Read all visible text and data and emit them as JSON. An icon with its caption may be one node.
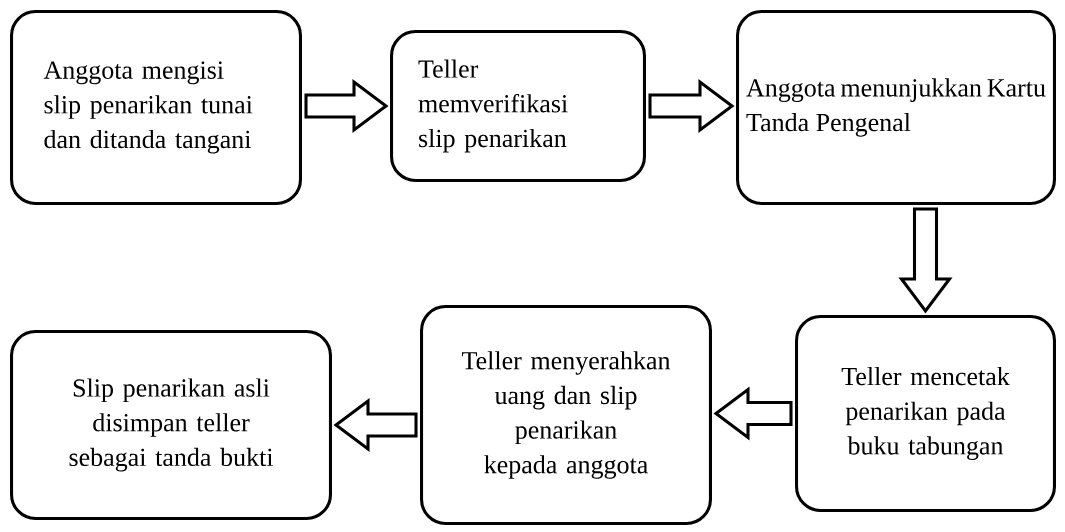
{
  "diagram": {
    "nodes": [
      {
        "text": [
          "Anggota mengisi slip penarikan tunai dan ditanda tangani"
        ]
      },
      {
        "text": [
          "Teller memverifikasi slip penarikan"
        ]
      },
      {
        "text": [
          "Anggota menunjukkan Kartu Tanda Pengenal"
        ]
      },
      {
        "text": [
          "Teller mencetak penarikan pada buku tabungan"
        ]
      },
      {
        "text": [
          "Teller menyerahkan uang dan slip penarikan kepada anggota"
        ]
      },
      {
        "text": [
          "Slip penarikan asli disimpan teller sebagai tanda bukti"
        ]
      }
    ],
    "edges": [
      {
        "from": 0,
        "to": 1,
        "arrow": "to"
      },
      {
        "from": 1,
        "to": 2,
        "arrow": "to"
      },
      {
        "from": 2,
        "to": 3,
        "arrow": "to"
      },
      {
        "from": 3,
        "to": 4,
        "arrow": "to"
      },
      {
        "from": 4,
        "to": 5,
        "arrow": "to"
      }
    ]
  }
}
